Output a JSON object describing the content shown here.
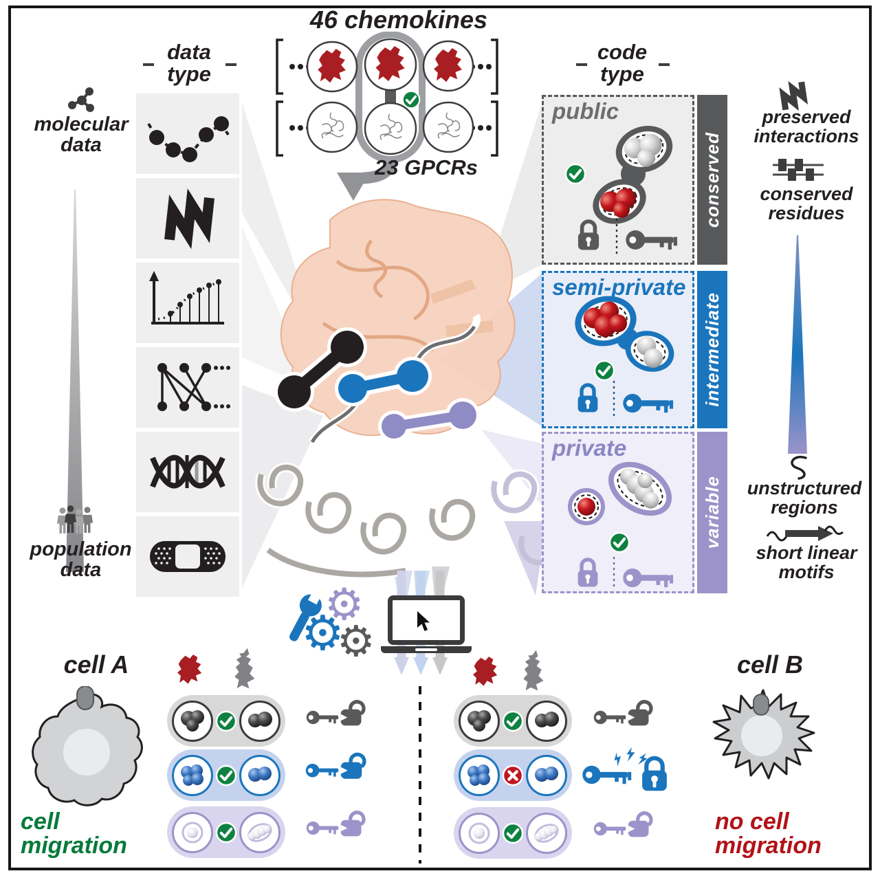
{
  "figure": {
    "top": {
      "chemokines_count_label": "46 chemokines",
      "gpcr_count_label": "23 GPCRs"
    },
    "left_panel": {
      "title_word1": "data",
      "title_word2": "type",
      "molecular_line1": "molecular",
      "molecular_line2": "data",
      "population_line1": "population",
      "population_line2": "data",
      "icons": [
        "bead-chain-icon",
        "alpha-helix-icon",
        "dose-response-curve-icon",
        "interaction-network-icon",
        "dna-icon",
        "bandage-icon",
        "molecule-icon",
        "people-icon"
      ]
    },
    "code_panel": {
      "title_word1": "code",
      "title_word2": "type",
      "boxes": [
        {
          "label": "public",
          "bar_label": "conserved",
          "accent": "#58595b"
        },
        {
          "label": "semi-private",
          "bar_label": "intermediate",
          "accent": "#1b75bc"
        },
        {
          "label": "private",
          "bar_label": "variable",
          "accent": "#9b93c9"
        }
      ],
      "icons": [
        "lock-icon",
        "key-icon",
        "check-icon"
      ]
    },
    "right_annotations": {
      "preserved_line1": "preserved",
      "preserved_line2": "interactions",
      "conserved_line1": "conserved",
      "conserved_line2": "residues",
      "unstructured_line1": "unstructured",
      "unstructured_line2": "regions",
      "slim_line1": "short linear",
      "slim_line2": "motifs",
      "icons": [
        "helix-icon",
        "alignment-icon",
        "gradient-scale",
        "squiggle-icon",
        "motif-arrow-icon"
      ]
    },
    "bottom": {
      "cell_a_label": "cell A",
      "cell_b_label": "cell B",
      "migration_line1": "cell",
      "migration_line2": "migration",
      "no_migration_line1": "no cell",
      "no_migration_line2": "migration",
      "icons": [
        "chemokine-blob-icon",
        "gpcr-blob-icon",
        "key-unlocked-icon",
        "key-clash-locked-icon",
        "check-icon",
        "cross-icon",
        "wrench-icon",
        "gears-icon",
        "laptop-icon",
        "cursor-icon"
      ]
    },
    "colors": {
      "blue": "#1b75bc",
      "purple": "#9b93c9",
      "dark_gray": "#58595b",
      "check_green": "#0e8140",
      "chemokine_red": "#a81e22",
      "cross_red": "#c01622",
      "salmon": "#f7d2be",
      "migration_green": "#077a3a",
      "no_migration_red": "#b11218"
    }
  }
}
